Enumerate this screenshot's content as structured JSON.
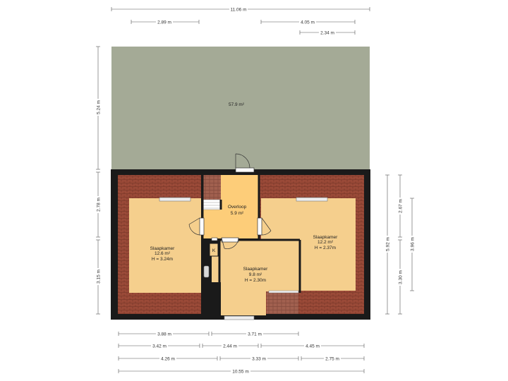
{
  "colors": {
    "terrace": "#a4aa96",
    "roof": "#9a4a38",
    "room_fill": "#f5cf8d",
    "landing_fill": "#fdcd79",
    "wall": "#1a1a1a",
    "dimension": "#555555"
  },
  "dimensions": {
    "top_total": "11.06 m",
    "top_left": "2.89 m",
    "top_right": "4.05 m",
    "top_right_sub": "2.34 m",
    "left_upper": "5.24 m",
    "left_middle": "2.78 m",
    "left_lower": "3.15 m",
    "right_outer": "5.92 m",
    "right_inner_upper": "2.67 m",
    "right_inner_lower": "3.30 m",
    "right_middle": "3.96 m",
    "bottom_row1_a": "3.88 m",
    "bottom_row1_b": "3.71 m",
    "bottom_row2_a": "3.42 m",
    "bottom_row2_b": "2.44 m",
    "bottom_row2_c": "4.45 m",
    "bottom_row3_a": "4.26 m",
    "bottom_row3_b": "3.33 m",
    "bottom_row3_c": "2.75 m",
    "bottom_total": "10.55 m"
  },
  "rooms": {
    "terrace": {
      "area": "57.9 m²"
    },
    "landing": {
      "name": "Overloop",
      "area": "5.9 m²"
    },
    "bedroom_left": {
      "name": "Slaapkamer",
      "area": "12.6 m²",
      "height": "H = 3.24m"
    },
    "bedroom_right": {
      "name": "Slaapkamer",
      "area": "12.2 m²",
      "height": "H = 2.37m"
    },
    "bedroom_center": {
      "name": "Slaapkamer",
      "area": "9.8 m²",
      "height": "H = 2.30m"
    },
    "closet": {
      "label": "K"
    }
  }
}
